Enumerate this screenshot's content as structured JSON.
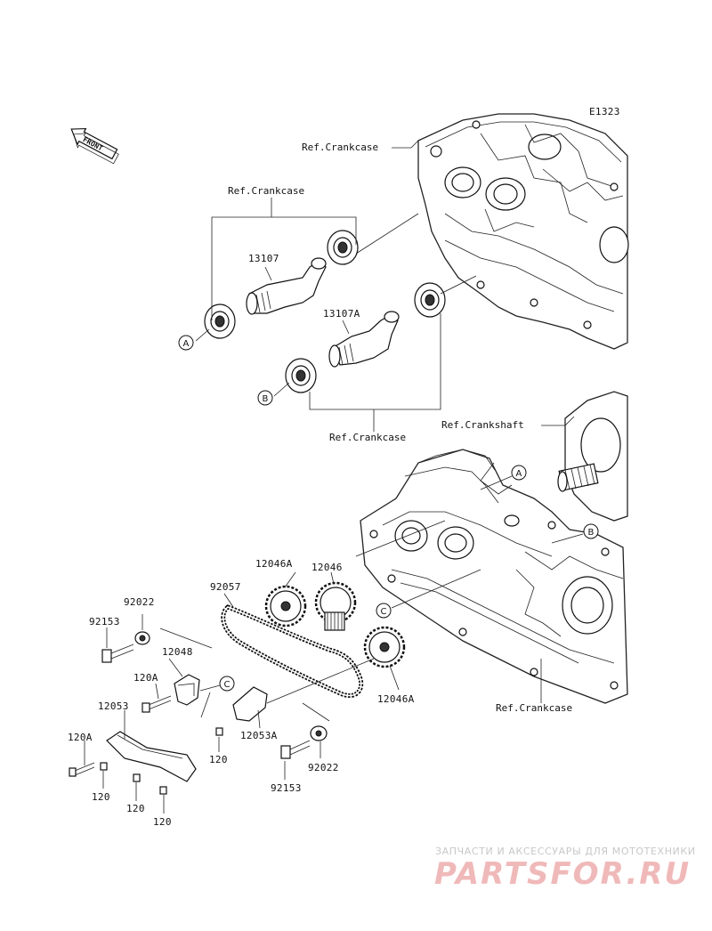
{
  "diagram_code": "E1323",
  "front_label": "FRONT",
  "refs": {
    "crankcase_top": "Ref.Crankcase",
    "crankcase_left": "Ref.Crankcase",
    "crankcase_mid": "Ref.Crankcase",
    "crankshaft": "Ref.Crankshaft",
    "crankcase_bottom": "Ref.Crankcase"
  },
  "parts": {
    "p13107": "13107",
    "p13107A": "13107A",
    "p12046A_top": "12046A",
    "p12046": "12046",
    "p12046A_bot": "12046A",
    "p92057": "92057",
    "p92022_top": "92022",
    "p92153_top": "92153",
    "p12048": "12048",
    "p120A_top": "120A",
    "p12053": "12053",
    "p120A_bot": "120A",
    "p120_a": "120",
    "p120_b": "120",
    "p120_c": "120",
    "p120_d": "120",
    "p12053A": "12053A",
    "p92022_bot": "92022",
    "p92153_bot": "92153"
  },
  "callouts": {
    "A_left": "A",
    "B_left": "B",
    "A_right": "A",
    "B_right": "B",
    "C_mid": "C",
    "C_left": "C"
  },
  "watermark": {
    "tagline": "ЗАПЧАСТИ И АКСЕССУАРЫ ДЛЯ МОТОТЕХНИКИ",
    "logo": "PARTSFOR.RU"
  }
}
